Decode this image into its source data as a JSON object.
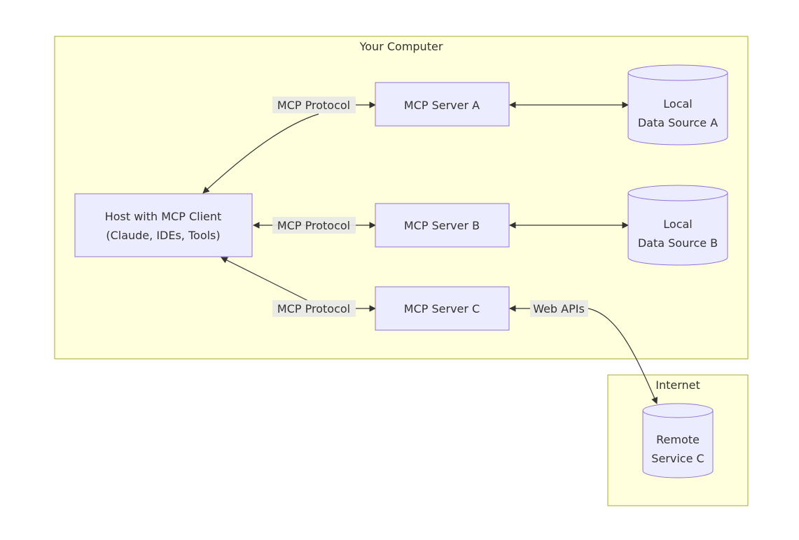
{
  "diagram": {
    "clusters": {
      "computer": "Your Computer",
      "internet": "Internet"
    },
    "nodes": {
      "host": [
        "Host with MCP Client",
        "(Claude, IDEs, Tools)"
      ],
      "server_a": "MCP Server A",
      "server_b": "MCP Server B",
      "server_c": "MCP Server C",
      "data_a": [
        "Local",
        "Data Source A"
      ],
      "data_b": [
        "Local",
        "Data Source B"
      ],
      "remote_c": [
        "Remote",
        "Service C"
      ]
    },
    "edges": {
      "host_a": "MCP Protocol",
      "host_b": "MCP Protocol",
      "host_c": "MCP Protocol",
      "c_remote": "Web APIs"
    },
    "colors": {
      "cluster_fill": "#ffffde",
      "cluster_stroke": "#aaaa33",
      "node_fill": "#ececff",
      "node_stroke": "#9370db"
    }
  }
}
